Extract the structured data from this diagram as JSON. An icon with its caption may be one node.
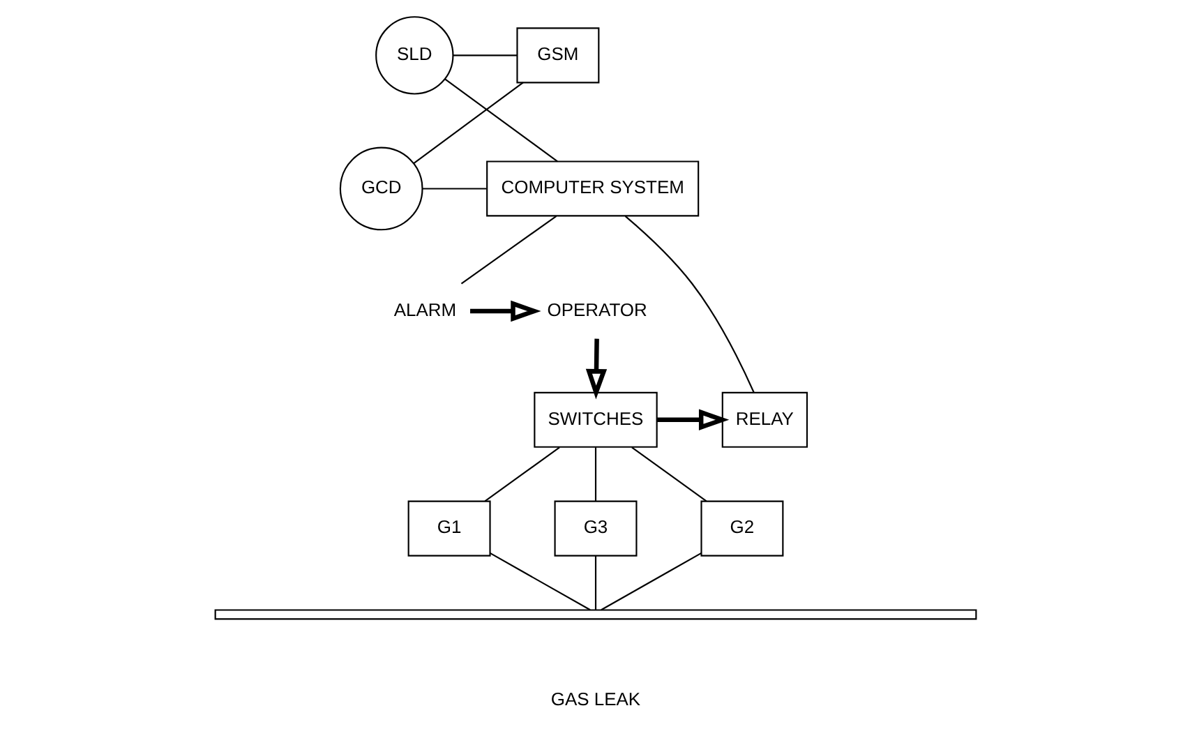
{
  "diagram": {
    "nodes": [
      {
        "text": [
          "GSM"
        ]
      },
      {
        "text": [
          "SLD"
        ]
      },
      {
        "text": [
          "COMPUTER SYSTEM"
        ]
      },
      {
        "text": [
          "GCD"
        ]
      },
      {
        "text": [
          "ALARM"
        ]
      },
      {
        "text": [
          "OPERATOR"
        ]
      },
      {
        "text": [
          "SWITCHES"
        ]
      },
      {
        "text": [
          "RELAY"
        ]
      },
      {
        "text": [
          "G1"
        ]
      },
      {
        "text": [
          "G3"
        ]
      },
      {
        "text": [
          "G2"
        ]
      },
      {
        "text": [],
        "shape": "bar"
      }
    ],
    "edges": [
      {
        "from": 1,
        "to": 2,
        "arrow": "none"
      },
      {
        "from": 3,
        "to": 2,
        "arrow": "none"
      },
      {
        "from": 1,
        "to": 0,
        "arrow": "none"
      },
      {
        "from": 3,
        "to": 0,
        "arrow": "none"
      },
      {
        "from": 2,
        "to": 4,
        "arrow": "none"
      },
      {
        "from": 4,
        "to": 5,
        "arrow": "to",
        "style": "thick"
      },
      {
        "from": 5,
        "to": 6,
        "arrow": "to",
        "style": "thick"
      },
      {
        "from": 2,
        "to": 7,
        "arrow": "none"
      },
      {
        "from": 6,
        "to": 7,
        "arrow": "to",
        "style": "thick"
      },
      {
        "from": 6,
        "to": 8,
        "arrow": "none"
      },
      {
        "from": 6,
        "to": 9,
        "arrow": "none"
      },
      {
        "from": 6,
        "to": 10,
        "arrow": "none"
      },
      {
        "from": 8,
        "to": 11,
        "arrow": "none"
      },
      {
        "from": 9,
        "to": 11,
        "arrow": "none"
      },
      {
        "from": 10,
        "to": 11,
        "arrow": "none"
      }
    ],
    "labels": [
      "GAS LEAK"
    ]
  }
}
